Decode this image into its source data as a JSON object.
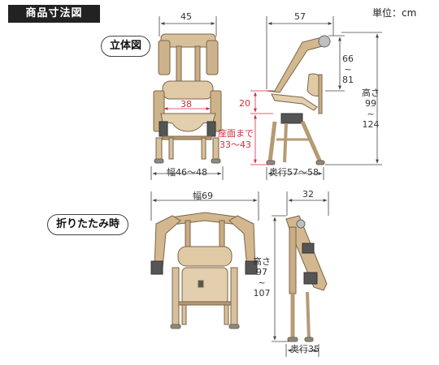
{
  "header": {
    "title": "商品寸法図",
    "unit": "単位：cm"
  },
  "sections": {
    "unfolded": "立体図",
    "folded": "折りたたみ時"
  },
  "dims": {
    "front_top_width": "45",
    "side_depth_top": "57",
    "seat_inner": "38",
    "armrest_height_upper": "66",
    "armrest_height_tilde": "~",
    "armrest_height_lower": "81",
    "total_height_label": "高さ",
    "total_height_upper": "99",
    "total_height_tilde": "~",
    "total_height_lower": "124",
    "armrest_above_seat": "20",
    "seat_height_label": "座面まで",
    "seat_height_value": "33～43",
    "front_width": "幅46～48",
    "side_depth": "奥行57～58",
    "folded_width": "幅69",
    "folded_depth_top": "32",
    "folded_height_label": "高さ",
    "folded_height_upper": "97",
    "folded_height_tilde": "~",
    "folded_height_lower": "107",
    "folded_depth": "奥行35"
  },
  "colors": {
    "frame": "#d8c09c",
    "frame_dark": "#9c8260",
    "line": "#444444",
    "accent_red": "#d12c3b",
    "header_bg": "#222222"
  }
}
